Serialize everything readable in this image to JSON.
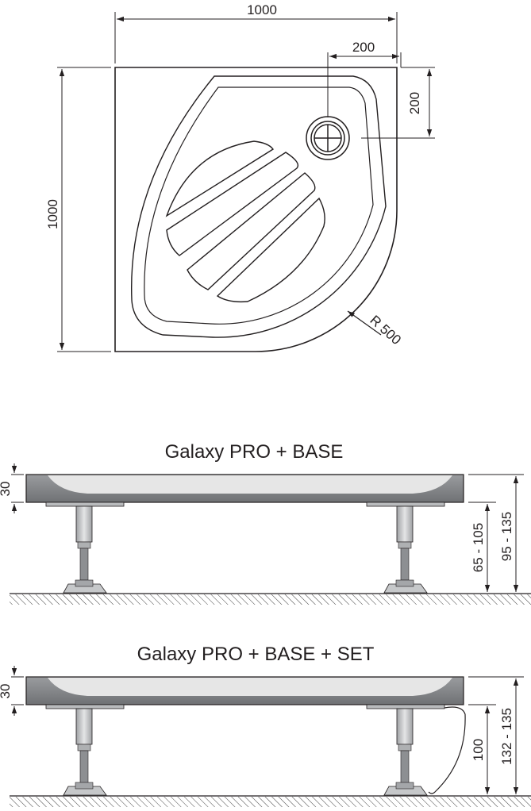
{
  "plan_view": {
    "top_width": "1000",
    "left_height": "1000",
    "drain_offset_x": "200",
    "drain_offset_y": "200",
    "radius": "R 500"
  },
  "section_base": {
    "title": "Galaxy PRO + BASE",
    "tray_height": "30",
    "leg_range": "65 - 105",
    "total_range": "95 - 135"
  },
  "section_set": {
    "title": "Galaxy PRO + BASE + SET",
    "tray_height": "30",
    "leg_height": "100",
    "total_range": "132 - 135"
  },
  "colors": {
    "line": "#231f20",
    "tray_fill": "#8a8c8f",
    "tray_top": "#d9d9d9",
    "leg_fill": "#c6c8ca",
    "hatch": "#444444"
  }
}
